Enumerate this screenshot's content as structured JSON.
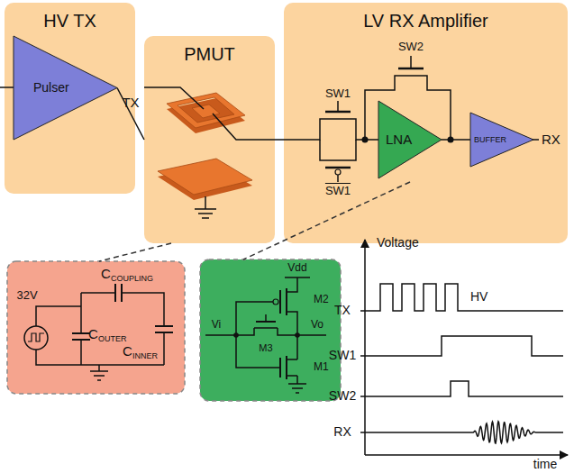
{
  "diagram": {
    "nodes": [
      {
        "text": [
          "HV TX"
        ]
      },
      {
        "text": [
          "Pulser"
        ],
        "in": 0
      },
      {
        "text": [
          "PMUT"
        ]
      },
      {
        "text": [
          "LV RX Amplifier"
        ]
      },
      {
        "text": [
          "LNA"
        ],
        "in": 3
      },
      {
        "text": [
          "BUFFER"
        ],
        "in": 3
      }
    ],
    "edges": [
      {
        "from": 1,
        "to": 2,
        "label": "TX",
        "arrow": "none"
      },
      {
        "from": 2,
        "to": 4,
        "arrow": "none"
      },
      {
        "from": 4,
        "to": 5,
        "arrow": "none"
      }
    ],
    "labels": [
      "SW1",
      "SW1",
      "SW2",
      "RX",
      "C",
      "COUPLING",
      "C",
      "OUTER",
      "C",
      "INNER",
      "32V",
      "Vdd",
      "M2",
      "M3",
      "Vi",
      "Vo",
      "M1",
      "Voltage",
      "HV",
      "TX",
      "SW1",
      "SW2",
      "RX",
      "time"
    ]
  }
}
